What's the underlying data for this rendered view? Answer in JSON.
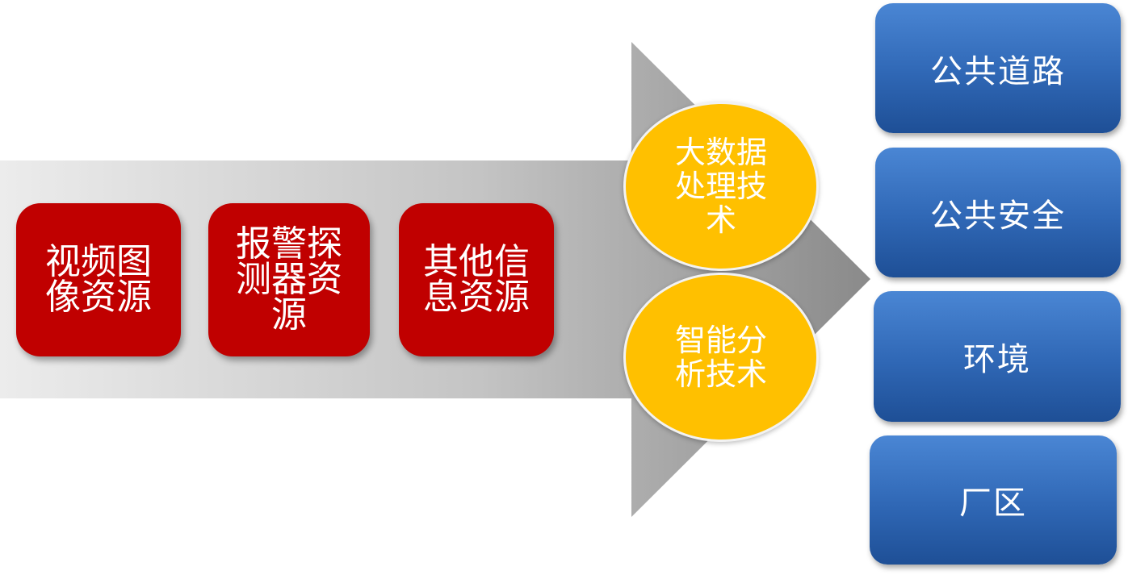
{
  "sources": [
    {
      "label": "视频图\n像资源"
    },
    {
      "label": "报警探\n测器资\n源"
    },
    {
      "label": "其他信\n息资源"
    }
  ],
  "technologies": [
    {
      "label": "大数据\n处理技\n术"
    },
    {
      "label": "智能分\n析技术"
    }
  ],
  "applications": [
    {
      "label": "公共道路"
    },
    {
      "label": "公共安全"
    },
    {
      "label": "环境"
    },
    {
      "label": "厂区"
    }
  ],
  "colors": {
    "source_fill": "#c00000",
    "technology_fill": "#ffc000",
    "application_fill": "#2f67b5",
    "arrow_light": "#e8e8e8",
    "arrow_dark": "#8a8a8a"
  }
}
